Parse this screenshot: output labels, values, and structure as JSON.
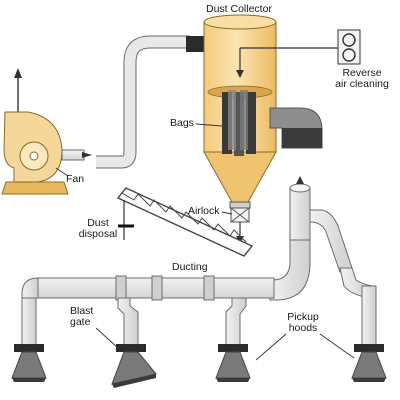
{
  "labels": {
    "dust_collector": "Dust Collector",
    "reverse_air": [
      "Reverse",
      "air cleaning"
    ],
    "bags": "Bags",
    "fan": "Fan",
    "airlock": "Airlock",
    "dust_disposal": [
      "Dust",
      "disposal"
    ],
    "ducting": "Ducting",
    "blast_gate": [
      "Blast",
      "gate"
    ],
    "pickup_hoods": [
      "Pickup",
      "hoods"
    ]
  },
  "colors": {
    "duct_fill": "#e6e6e6",
    "duct_stroke": "#6b6b6b",
    "collector_body": "#f6d79a",
    "collector_shade": "#e9b75c",
    "hood_dark": "#2b2b2b",
    "filter_dark": "#3a3a3a"
  }
}
